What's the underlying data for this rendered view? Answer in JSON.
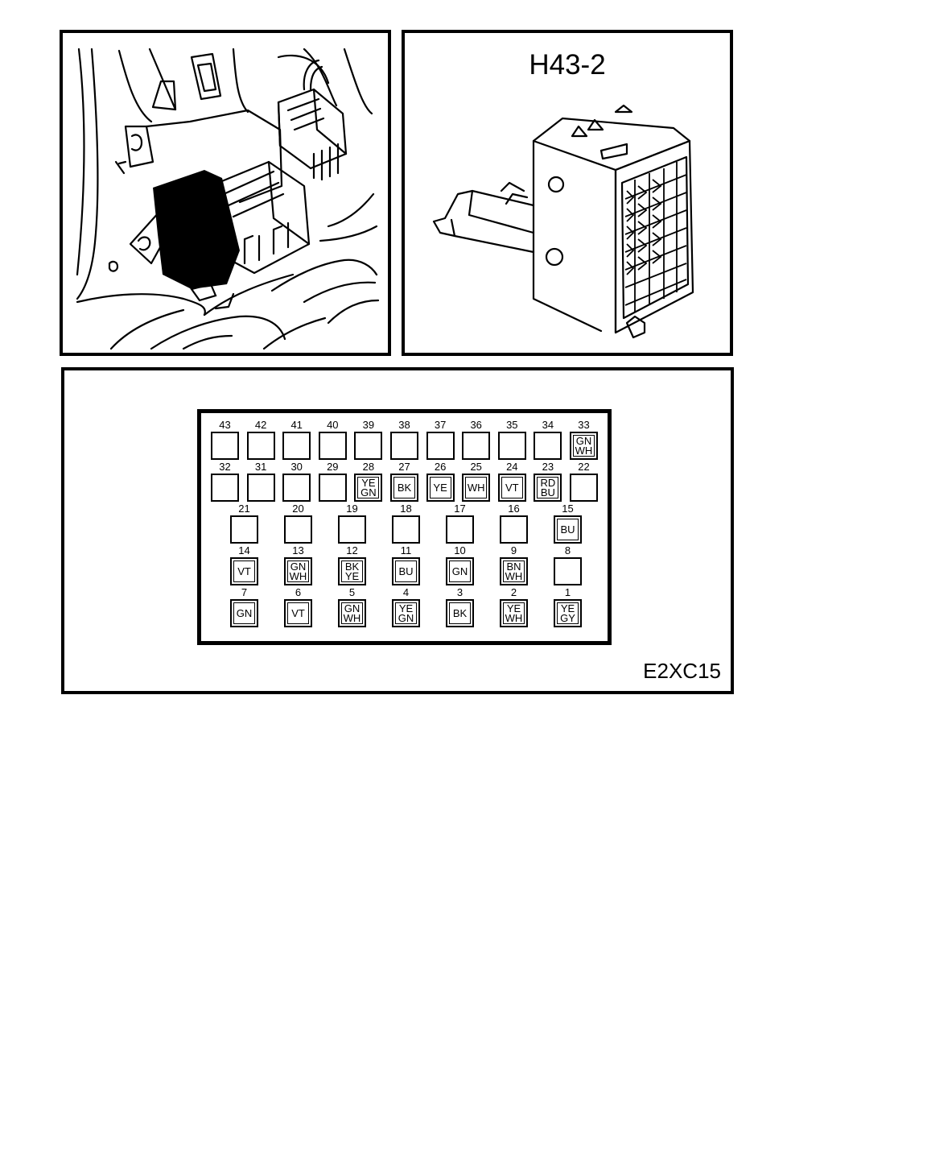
{
  "connector": {
    "title": "H43-2"
  },
  "diagram": {
    "id": "E2XC15"
  },
  "pins": [
    {
      "n": "43",
      "w": []
    },
    {
      "n": "42",
      "w": []
    },
    {
      "n": "41",
      "w": []
    },
    {
      "n": "40",
      "w": []
    },
    {
      "n": "39",
      "w": []
    },
    {
      "n": "38",
      "w": []
    },
    {
      "n": "37",
      "w": []
    },
    {
      "n": "36",
      "w": []
    },
    {
      "n": "35",
      "w": []
    },
    {
      "n": "34",
      "w": []
    },
    {
      "n": "33",
      "w": [
        "GN",
        "WH"
      ]
    },
    {
      "n": "32",
      "w": []
    },
    {
      "n": "31",
      "w": []
    },
    {
      "n": "30",
      "w": []
    },
    {
      "n": "29",
      "w": []
    },
    {
      "n": "28",
      "w": [
        "YE",
        "GN"
      ]
    },
    {
      "n": "27",
      "w": [
        "BK"
      ]
    },
    {
      "n": "26",
      "w": [
        "YE"
      ]
    },
    {
      "n": "25",
      "w": [
        "WH"
      ]
    },
    {
      "n": "24",
      "w": [
        "VT"
      ]
    },
    {
      "n": "23",
      "w": [
        "RD",
        "BU"
      ]
    },
    {
      "n": "22",
      "w": []
    },
    {
      "n": "21",
      "w": []
    },
    {
      "n": "20",
      "w": []
    },
    {
      "n": "19",
      "w": []
    },
    {
      "n": "18",
      "w": []
    },
    {
      "n": "17",
      "w": []
    },
    {
      "n": "16",
      "w": []
    },
    {
      "n": "15",
      "w": [
        "BU"
      ]
    },
    {
      "n": "14",
      "w": [
        "VT"
      ]
    },
    {
      "n": "13",
      "w": [
        "GN",
        "WH"
      ]
    },
    {
      "n": "12",
      "w": [
        "BK",
        "YE"
      ]
    },
    {
      "n": "11",
      "w": [
        "BU"
      ]
    },
    {
      "n": "10",
      "w": [
        "GN"
      ]
    },
    {
      "n": "9",
      "w": [
        "BN",
        "WH"
      ]
    },
    {
      "n": "8",
      "w": []
    },
    {
      "n": "7",
      "w": [
        "GN"
      ]
    },
    {
      "n": "6",
      "w": [
        "VT"
      ]
    },
    {
      "n": "5",
      "w": [
        "GN",
        "WH"
      ]
    },
    {
      "n": "4",
      "w": [
        "YE",
        "GN"
      ]
    },
    {
      "n": "3",
      "w": [
        "BK"
      ]
    },
    {
      "n": "2",
      "w": [
        "YE",
        "WH"
      ]
    },
    {
      "n": "1",
      "w": [
        "YE",
        "GY"
      ]
    }
  ]
}
